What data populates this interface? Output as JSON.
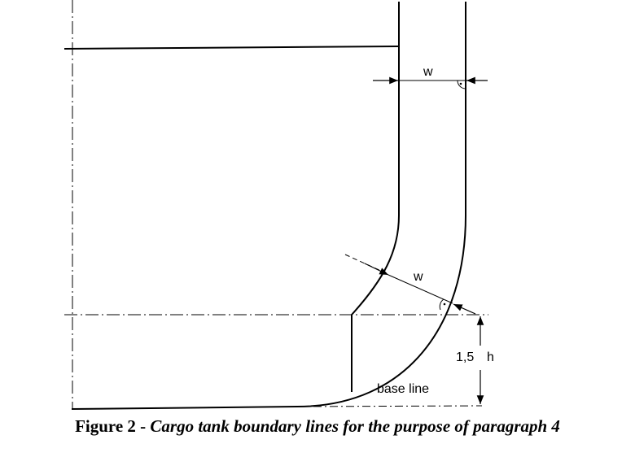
{
  "labels": {
    "w_top": "w",
    "w_corner": "w",
    "height_value": "1,5",
    "height_symbol": "h",
    "base_line": "base line"
  },
  "caption": {
    "prefix": "Figure 2 - ",
    "title": "Cargo tank boundary lines for the purpose of paragraph 4"
  }
}
